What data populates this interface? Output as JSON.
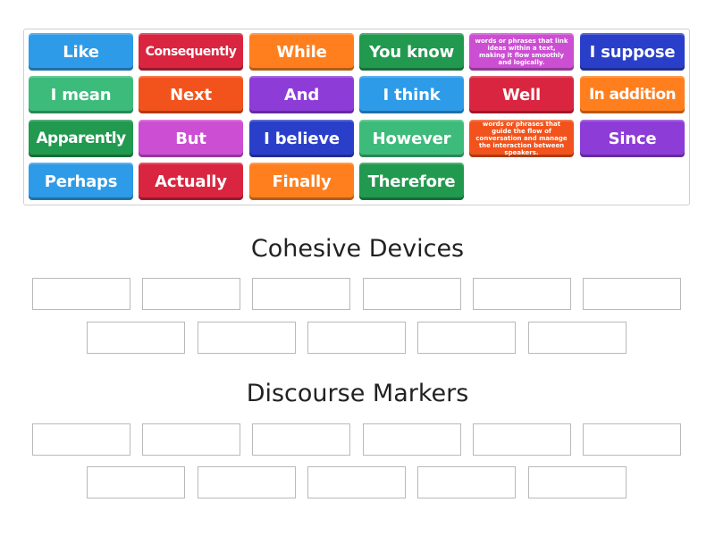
{
  "tiles": [
    {
      "label": "Like",
      "color": "#2e9be8"
    },
    {
      "label": "Consequently",
      "color": "#d9253f"
    },
    {
      "label": "While",
      "color": "#ff7f1e"
    },
    {
      "label": "You know",
      "color": "#21994f"
    },
    {
      "label": "words or phrases that link ideas within a text, making it flow smoothly and logically.",
      "color": "#cc4ed3"
    },
    {
      "label": "I suppose",
      "color": "#2a3fc9"
    },
    {
      "label": "I mean",
      "color": "#3dbb7b"
    },
    {
      "label": "Next",
      "color": "#f2531c"
    },
    {
      "label": "And",
      "color": "#8d3cd8"
    },
    {
      "label": "I think",
      "color": "#2e9be8"
    },
    {
      "label": "Well",
      "color": "#d9253f"
    },
    {
      "label": "In addition",
      "color": "#ff7f1e"
    },
    {
      "label": "Apparently",
      "color": "#21994f"
    },
    {
      "label": "But",
      "color": "#cc4ed3"
    },
    {
      "label": "I believe",
      "color": "#2a3fc9"
    },
    {
      "label": "However",
      "color": "#3dbb7b"
    },
    {
      "label": "words or phrases that guide the flow of conversation and manage the interaction between speakers.",
      "color": "#f2531c"
    },
    {
      "label": "Since",
      "color": "#8d3cd8"
    },
    {
      "label": "Perhaps",
      "color": "#2e9be8"
    },
    {
      "label": "Actually",
      "color": "#d9253f"
    },
    {
      "label": "Finally",
      "color": "#ff7f1e"
    },
    {
      "label": "Therefore",
      "color": "#21994f"
    }
  ],
  "groups": [
    {
      "title": "Cohesive Devices",
      "slot_count": 11
    },
    {
      "title": "Discourse Markers",
      "slot_count": 11
    }
  ]
}
